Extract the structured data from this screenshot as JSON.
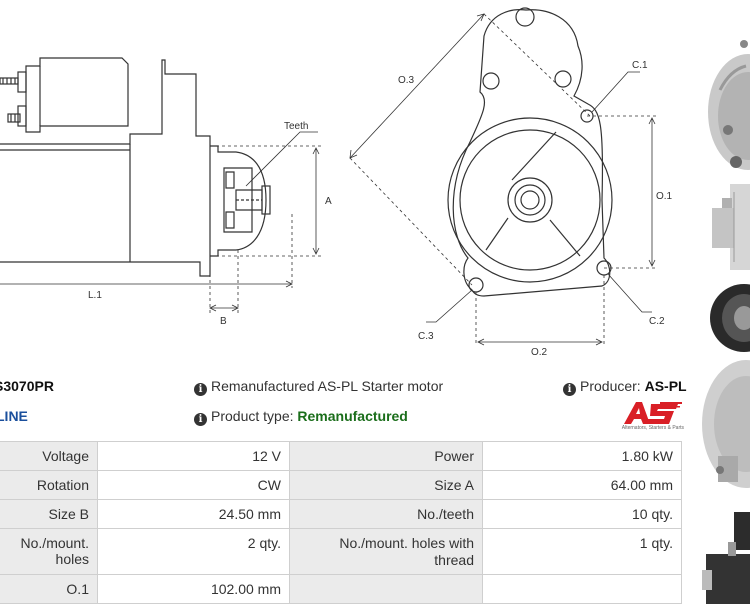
{
  "drawing": {
    "labels": {
      "teeth": "Teeth",
      "a": "A",
      "b": "B",
      "l1": "L.1",
      "o1": "O.1",
      "o2": "O.2",
      "o3": "O.3",
      "c1": "C.1",
      "c2": "C.2",
      "c3": "C.3"
    }
  },
  "product": {
    "code": "S3070PR",
    "line": "LINE",
    "description": "Remanufactured AS-PL Starter motor",
    "type_label": "Product type:",
    "type_value": "Remanufactured",
    "producer_label": "Producer:",
    "producer_value": "AS-PL",
    "logo_text": "AS",
    "logo_tagline": "Alternators, Starters & Parts"
  },
  "specs": [
    {
      "label": "Voltage",
      "value": "12 V",
      "label2": "Power",
      "value2": "1.80 kW"
    },
    {
      "label": "Rotation",
      "value": "CW",
      "label2": "Size A",
      "value2": "64.00 mm"
    },
    {
      "label": "Size B",
      "value": "24.50 mm",
      "label2": "No./teeth",
      "value2": "10 qty."
    },
    {
      "label": "No./mount. holes",
      "value": "2 qty.",
      "label2": "No./mount. holes with thread",
      "value2": "1 qty."
    },
    {
      "label": "O.1",
      "value": "102.00 mm",
      "label2": "",
      "value2": ""
    }
  ],
  "thumbnails": [
    {
      "icon": "starter-photo-front-icon"
    },
    {
      "icon": "starter-photo-side-icon"
    },
    {
      "icon": "starter-photo-pinion-icon"
    },
    {
      "icon": "starter-photo-housing-icon"
    },
    {
      "icon": "starter-photo-full-icon"
    }
  ]
}
